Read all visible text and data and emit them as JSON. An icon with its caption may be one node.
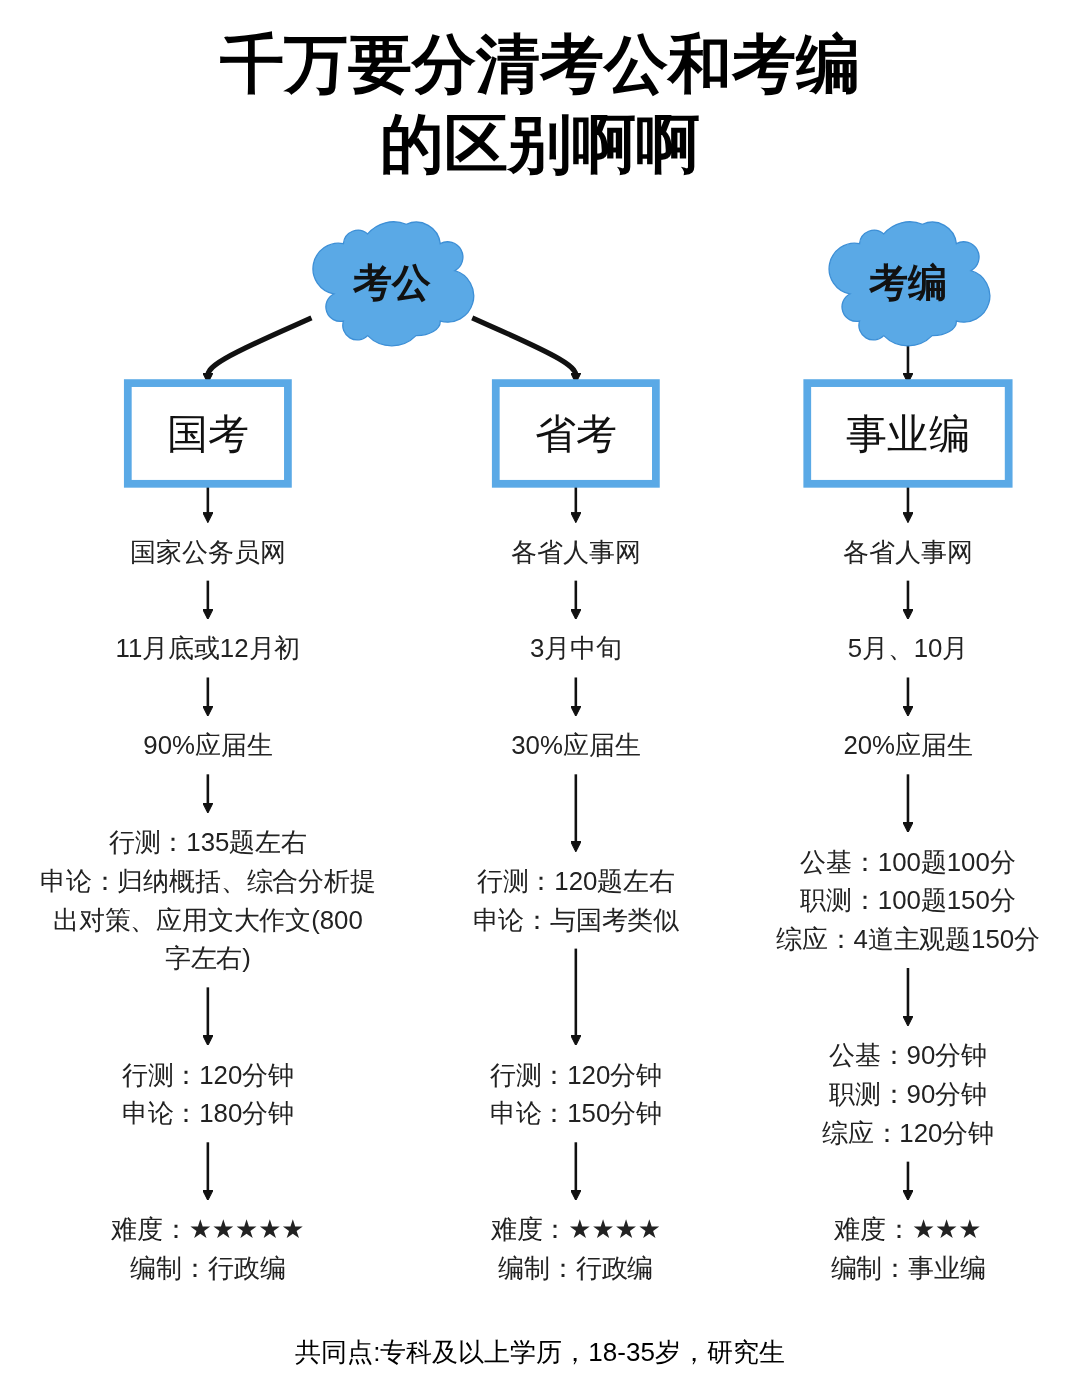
{
  "diagram": {
    "title": "千万要分清考公和考编的区别啊啊",
    "nodes": [
      {
        "text": [
          "考公"
        ]
      },
      {
        "text": [
          "考编"
        ]
      },
      {
        "text": [
          "国考"
        ]
      },
      {
        "text": [
          "省考"
        ]
      },
      {
        "text": [
          "事业编"
        ]
      },
      {
        "text": [
          "国家公务员网"
        ]
      },
      {
        "text": [
          "各省人事网"
        ]
      },
      {
        "text": [
          "各省人事网"
        ]
      },
      {
        "text": [
          "11月底或12月初"
        ]
      },
      {
        "text": [
          "3月中旬"
        ]
      },
      {
        "text": [
          "5月、10月"
        ]
      },
      {
        "text": [
          "90%应届生"
        ]
      },
      {
        "text": [
          "30%应届生"
        ]
      },
      {
        "text": [
          "20%应届生"
        ]
      },
      {
        "text": [
          "行测：135题左右",
          "申论：归纳概括、综合分析提出对策、应用文大作文(800字左右)"
        ]
      },
      {
        "text": [
          "行测：120题左右",
          "申论：与国考类似"
        ]
      },
      {
        "text": [
          "公基：100题100分",
          "职测：100题150分",
          "综应：4道主观题150分"
        ]
      },
      {
        "text": [
          "行测：120分钟",
          "申论：180分钟"
        ]
      },
      {
        "text": [
          "行测：120分钟",
          "申论：150分钟"
        ]
      },
      {
        "text": [
          "公基：90分钟",
          "职测：90分钟",
          "综应：120分钟"
        ]
      },
      {
        "text": [
          "难度：★★★★★",
          "编制：行政编"
        ]
      },
      {
        "text": [
          "难度：★★★★",
          "编制：行政编"
        ]
      },
      {
        "text": [
          "难度：★★★",
          "编制：事业编"
        ]
      }
    ],
    "edges": [
      {
        "from": 0,
        "to": 2,
        "arrow": "to",
        "style": "thick"
      },
      {
        "from": 0,
        "to": 3,
        "arrow": "to",
        "style": "thick"
      },
      {
        "from": 1,
        "to": 4,
        "arrow": "to"
      },
      {
        "from": 2,
        "to": 5,
        "arrow": "to"
      },
      {
        "from": 3,
        "to": 6,
        "arrow": "to"
      },
      {
        "from": 4,
        "to": 7,
        "arrow": "to"
      },
      {
        "from": 5,
        "to": 8,
        "arrow": "to"
      },
      {
        "from": 6,
        "to": 9,
        "arrow": "to"
      },
      {
        "from": 7,
        "to": 10,
        "arrow": "to"
      },
      {
        "from": 8,
        "to": 11,
        "arrow": "to"
      },
      {
        "from": 9,
        "to": 12,
        "arrow": "to"
      },
      {
        "from": 10,
        "to": 13,
        "arrow": "to"
      },
      {
        "from": 11,
        "to": 14,
        "arrow": "to"
      },
      {
        "from": 12,
        "to": 15,
        "arrow": "to"
      },
      {
        "from": 13,
        "to": 16,
        "arrow": "to"
      },
      {
        "from": 14,
        "to": 17,
        "arrow": "to"
      },
      {
        "from": 15,
        "to": 18,
        "arrow": "to"
      },
      {
        "from": 16,
        "to": 19,
        "arrow": "to"
      },
      {
        "from": 17,
        "to": 20,
        "arrow": "to"
      },
      {
        "from": 18,
        "to": 21,
        "arrow": "to"
      },
      {
        "from": 19,
        "to": 22,
        "arrow": "to"
      }
    ],
    "labels": [
      "共同点:专科及以上学历，18-35岁，研究生"
    ]
  }
}
